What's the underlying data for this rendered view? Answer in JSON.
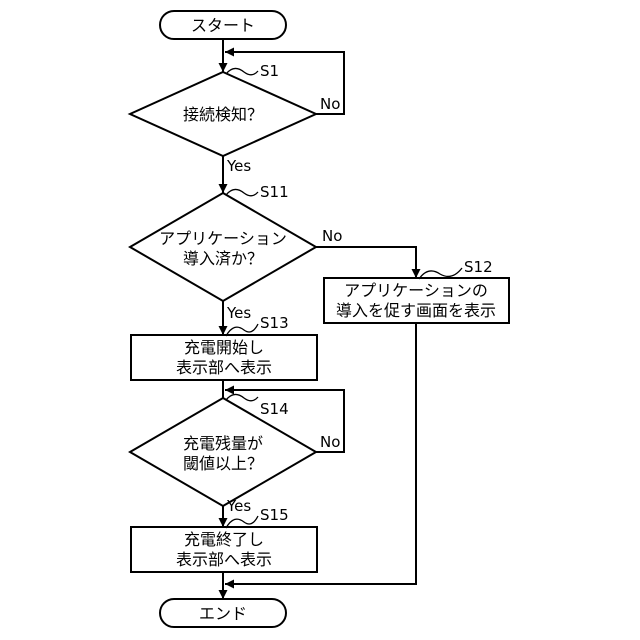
{
  "flowchart": {
    "start": "スタート",
    "end": "エンド",
    "s1": {
      "step": "S1",
      "question": "接続検知？"
    },
    "s11": {
      "step": "S11",
      "line1": "アプリケーション",
      "line2": "導入済か？"
    },
    "s12": {
      "step": "S12",
      "line1": "アプリケーションの",
      "line2": "導入を促す画面を表示"
    },
    "s13": {
      "step": "S13",
      "line1": "充電開始し",
      "line2": "表示部へ表示"
    },
    "s14": {
      "step": "S14",
      "line1": "充電残量が",
      "line2": "閾値以上？"
    },
    "s15": {
      "step": "S15",
      "line1": "充電終了し",
      "line2": "表示部へ表示"
    },
    "yes": "Yes",
    "no": "No"
  }
}
